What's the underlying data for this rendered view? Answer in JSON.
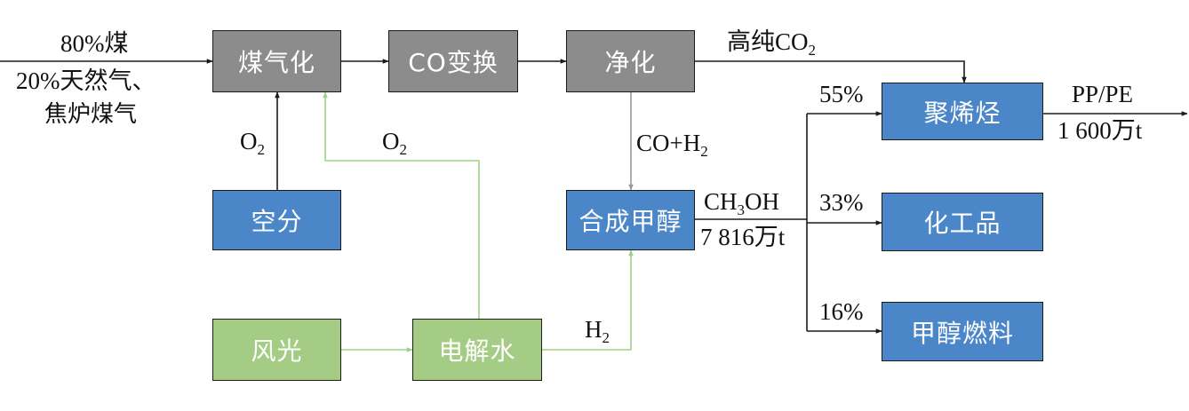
{
  "inputs": {
    "line1": "80%煤",
    "line2": "20%天然气、",
    "line3": "焦炉煤气"
  },
  "boxes": {
    "coal_gasification": "煤气化",
    "co_shift": "CO变换",
    "purification": "净化",
    "air_separation": "空分",
    "methanol_synthesis": "合成甲醇",
    "wind_solar": "风光",
    "electrolysis": "电解水",
    "polyolefin": "聚烯烃",
    "chemicals": "化工品",
    "methanol_fuel": "甲醇燃料"
  },
  "labels": {
    "high_purity": "高纯",
    "co2_base": "CO",
    "co2_sub": "2",
    "o2_base": "O",
    "o2_sub": "2",
    "o2_green_base": "O",
    "o2_green_sub": "2",
    "syngas_base": "CO+H",
    "syngas_sub": "2",
    "h2_base": "H",
    "h2_sub": "2",
    "methanol_a": "CH",
    "methanol_sub": "3",
    "methanol_b": "OH",
    "methanol_amount": "7 816万t",
    "share_polyolefin": "55%",
    "share_chemicals": "33%",
    "share_fuel": "16%",
    "product": "PP/PE",
    "product_amount": "1 600万t"
  },
  "colors": {
    "gray_box": "#8c8c8c",
    "blue_box": "#4a86c8",
    "green_box": "#a4cc85",
    "main_line": "#1a1a1a",
    "green_line": "#9fd08a",
    "gray_line": "#9a9a9a"
  }
}
